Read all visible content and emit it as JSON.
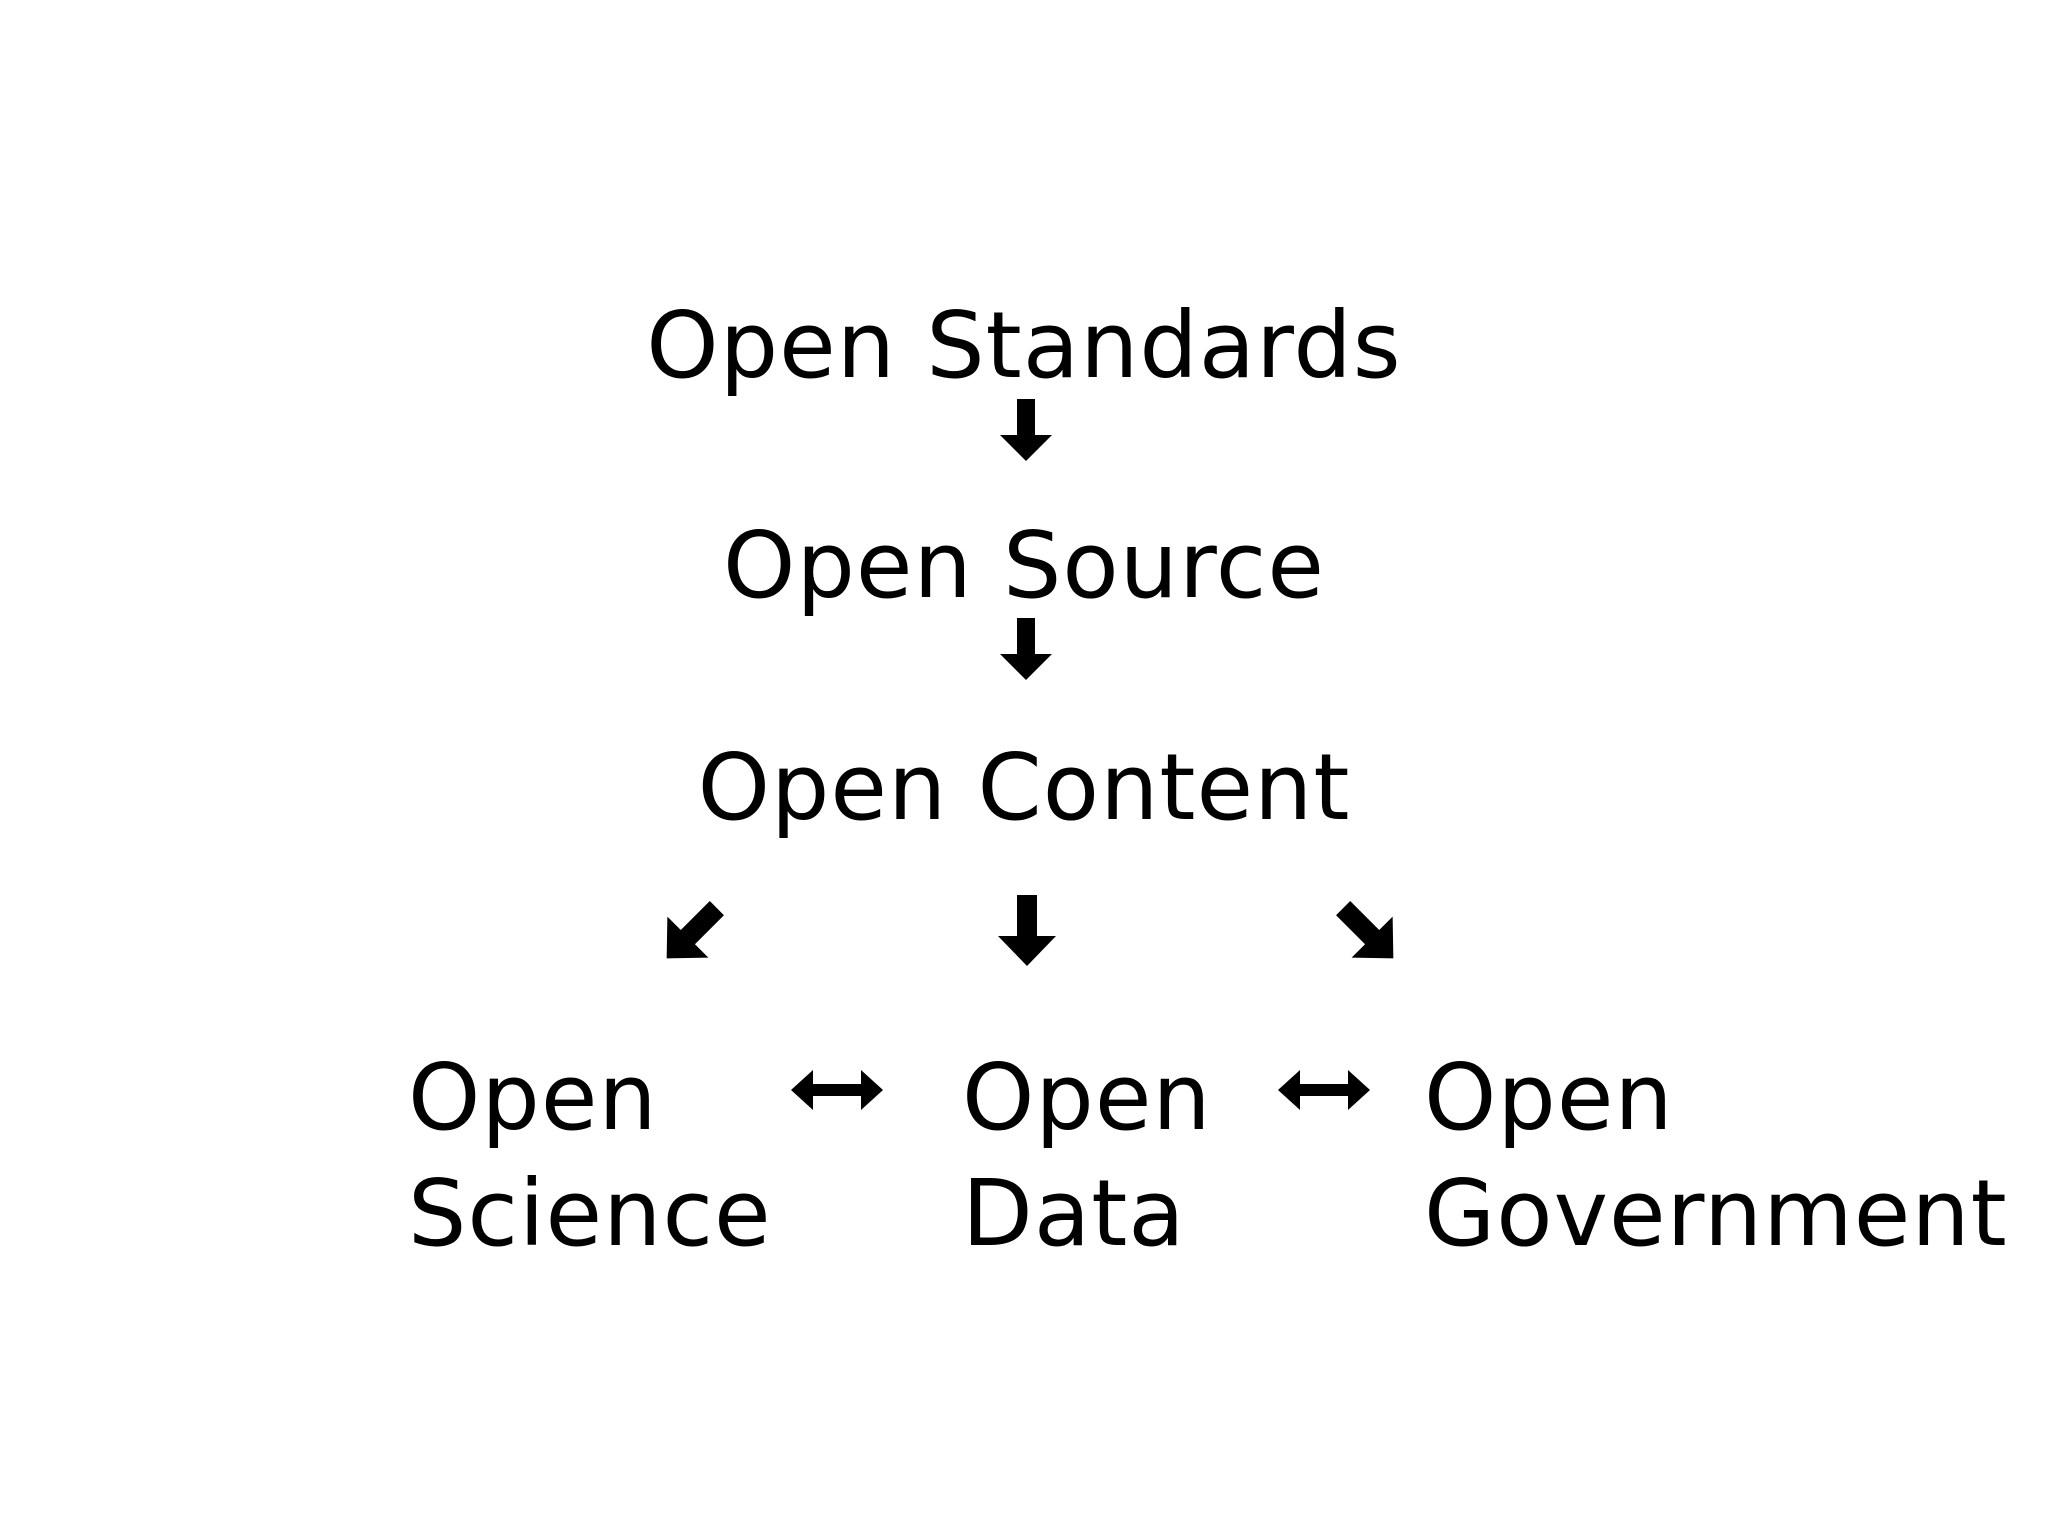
{
  "diagram": {
    "nodes": {
      "standards": "Open Standards",
      "source": "Open Source",
      "content": "Open Content",
      "science": [
        "Open",
        "Science"
      ],
      "data": [
        "Open",
        "Data"
      ],
      "government": [
        "Open",
        "Government"
      ]
    },
    "edges": [
      {
        "from": "standards",
        "to": "source",
        "type": "down"
      },
      {
        "from": "source",
        "to": "content",
        "type": "down"
      },
      {
        "from": "content",
        "to": "science",
        "type": "down-left"
      },
      {
        "from": "content",
        "to": "data",
        "type": "down"
      },
      {
        "from": "content",
        "to": "government",
        "type": "down-right"
      },
      {
        "from": "science",
        "to": "data",
        "type": "bidirectional"
      },
      {
        "from": "data",
        "to": "government",
        "type": "bidirectional"
      }
    ],
    "colors": {
      "text": "#000000",
      "arrow": "#000000",
      "background": "#ffffff"
    }
  }
}
